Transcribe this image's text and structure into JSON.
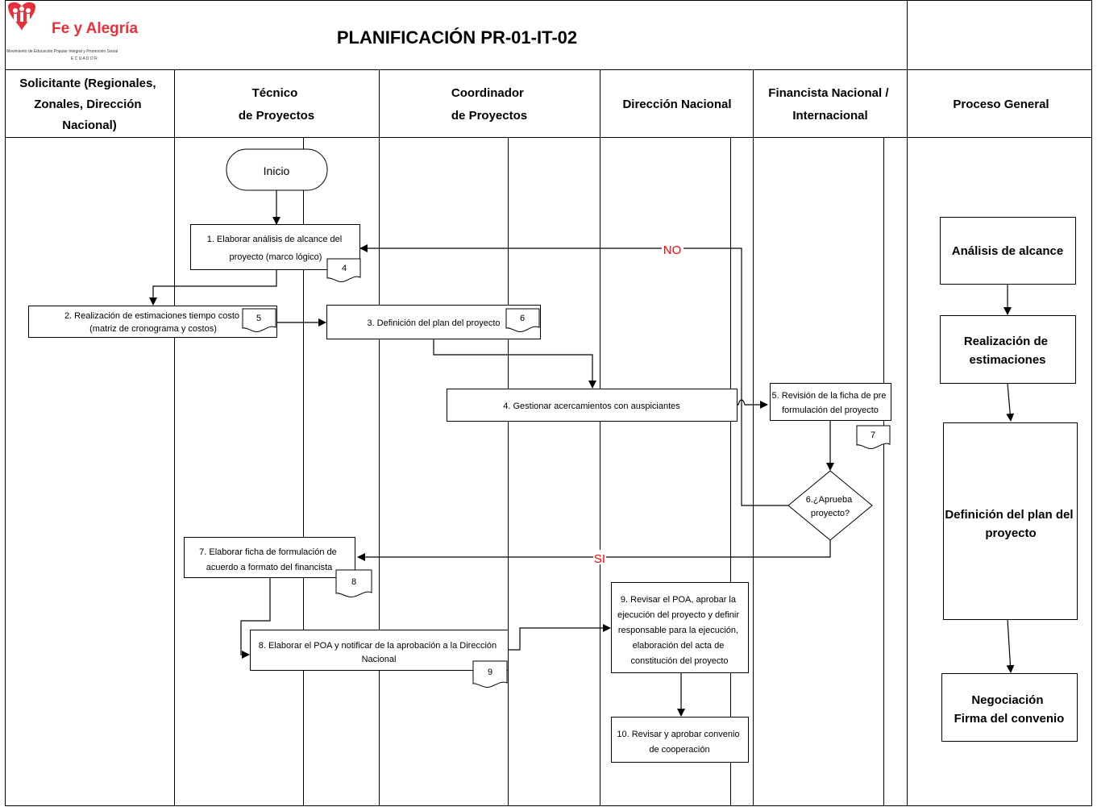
{
  "title": "PLANIFICACIÓN PR-01-IT-02",
  "logo": {
    "brand": "Fe y Alegría",
    "tagline": "Movimiento de Educación Popular Integral y Promoción Social",
    "country": "E C U A D O R",
    "accent_color": "#e8303a"
  },
  "lanes": [
    {
      "lines": [
        "Solicitante (Regionales,",
        "Zonales, Dirección",
        "Nacional)"
      ]
    },
    {
      "lines": [
        "Técnico",
        "de Proyectos"
      ]
    },
    {
      "lines": [
        "Coordinador",
        "de Proyectos"
      ]
    },
    {
      "lines": [
        "Dirección Nacional"
      ]
    },
    {
      "lines": [
        "Financista Nacional /",
        "Internacional"
      ]
    },
    {
      "lines": [
        "Proceso General"
      ]
    }
  ],
  "start": "Inicio",
  "steps": {
    "s1": [
      "1. Elaborar análisis de alcance del",
      "proyecto (marco lógico)"
    ],
    "s2": [
      "2. Realización de estimaciones tiempo costo",
      "(matriz de cronograma y costos)"
    ],
    "s3": [
      "3. Definición del plan del proyecto"
    ],
    "s4": [
      "4. Gestionar acercamientos con auspiciantes"
    ],
    "s5": [
      "5. Revisión de la ficha de pre",
      "formulación del proyecto"
    ],
    "s6": [
      "6.¿Aprueba",
      "proyecto?"
    ],
    "s7": [
      "7. Elaborar ficha de formulación de",
      "acuerdo a formato del financista"
    ],
    "s8": [
      "8. Elaborar el POA y notificar de la aprobación a la Dirección",
      "Nacional"
    ],
    "s9": [
      "9. Revisar el POA, aprobar la",
      "ejecución del proyecto y definir",
      "responsable para la ejecución,",
      "elaboración del acta de",
      "constitución del proyecto"
    ],
    "s10": [
      "10. Revisar y aprobar convenio",
      "de cooperación"
    ]
  },
  "documents": {
    "d1": "4",
    "d2": "5",
    "d3": "6",
    "d5": "7",
    "d7": "8",
    "d8": "9"
  },
  "labels": {
    "no": "NO",
    "si": "SI"
  },
  "general_process": [
    [
      "Análisis de alcance"
    ],
    [
      "Realización de",
      "estimaciones"
    ],
    [
      "Definición del plan del",
      "proyecto"
    ],
    [
      "Negociación",
      "Firma del convenio"
    ]
  ]
}
